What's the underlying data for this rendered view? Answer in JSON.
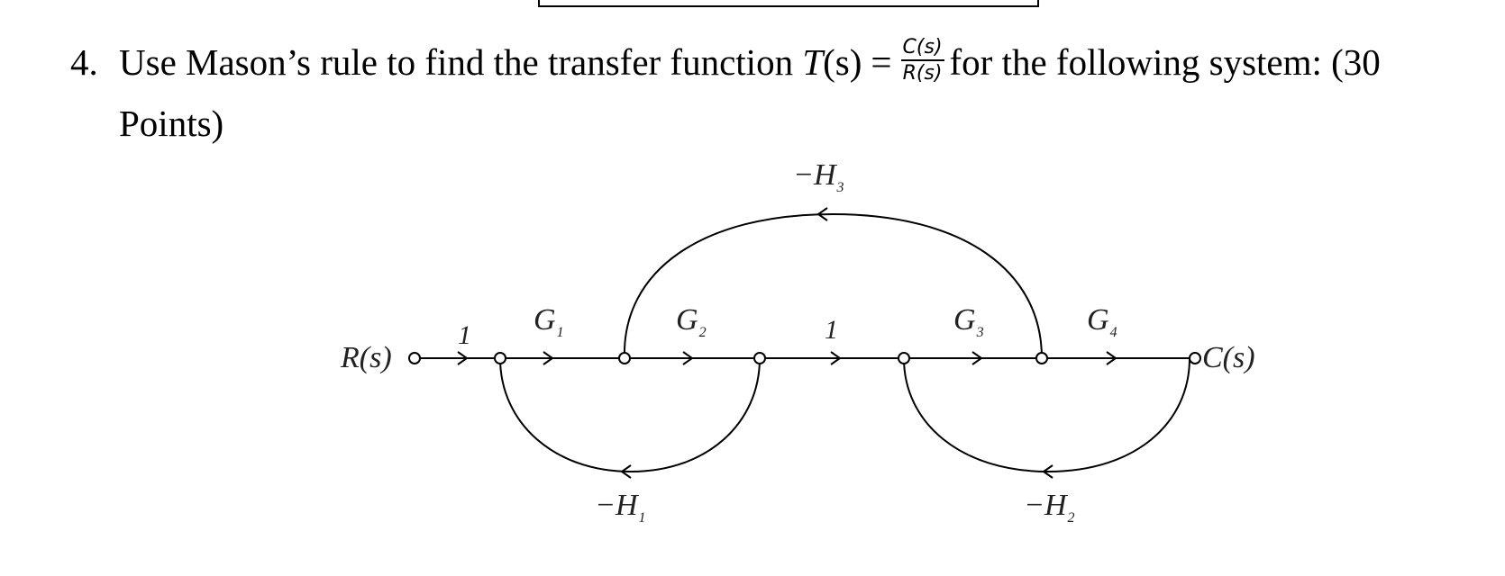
{
  "question": {
    "number": "4.",
    "text_before": "Use Mason’s rule to find the transfer function",
    "T": "T",
    "arg": "(s)",
    "equals": "=",
    "fraction_num": "C(s)",
    "fraction_den": "R(s)",
    "text_after": "for the following system: (30",
    "text_line2": "Points)"
  },
  "diagram": {
    "input_label": "R(s)",
    "output_label": "C(s)",
    "branch_gains": [
      "1",
      "G",
      "G",
      "1",
      "G",
      "G"
    ],
    "branch_subs": [
      "",
      "1",
      "2",
      "",
      "3",
      "4"
    ],
    "feedback_labels": [
      {
        "text": "−H",
        "sub": "3"
      },
      {
        "text": "−H",
        "sub": "1"
      },
      {
        "text": "−H",
        "sub": "2"
      }
    ]
  }
}
